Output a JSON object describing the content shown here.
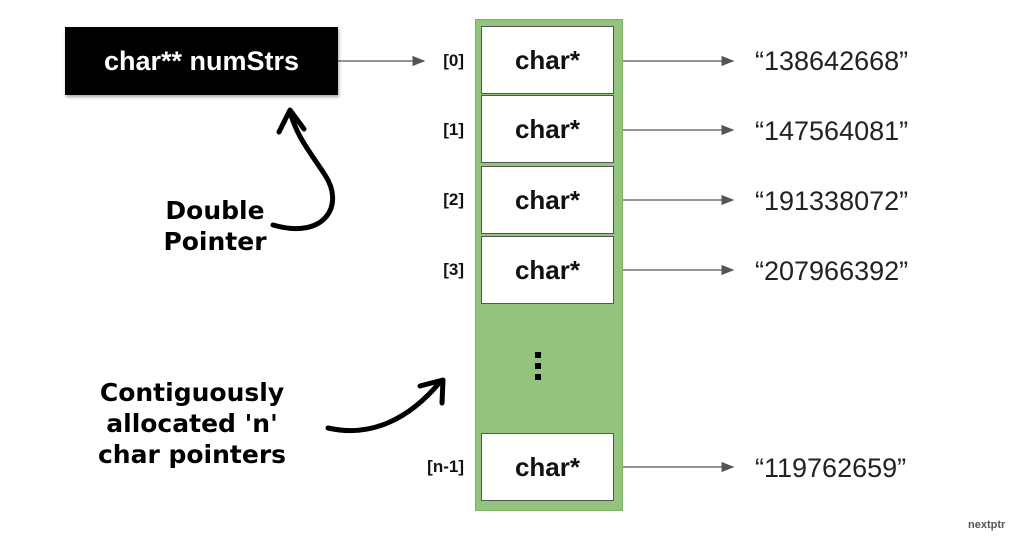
{
  "pointer": {
    "label": "char** numStrs"
  },
  "cells": [
    {
      "index": "[0]",
      "type": "char*",
      "value": "“138642668”"
    },
    {
      "index": "[1]",
      "type": "char*",
      "value": "“147564081”"
    },
    {
      "index": "[2]",
      "type": "char*",
      "value": "“191338072”"
    },
    {
      "index": "[3]",
      "type": "char*",
      "value": "“207966392”"
    },
    {
      "index": "[n-1]",
      "type": "char*",
      "value": "“119762659”"
    }
  ],
  "notes": {
    "double_pointer": [
      "Double",
      "Pointer"
    ],
    "contiguous": [
      "Contiguously",
      "allocated 'n'",
      "char pointers"
    ]
  },
  "brand": "nextptr",
  "colors": {
    "array_bg": "#93c47d",
    "pointer_bg": "#000000"
  }
}
